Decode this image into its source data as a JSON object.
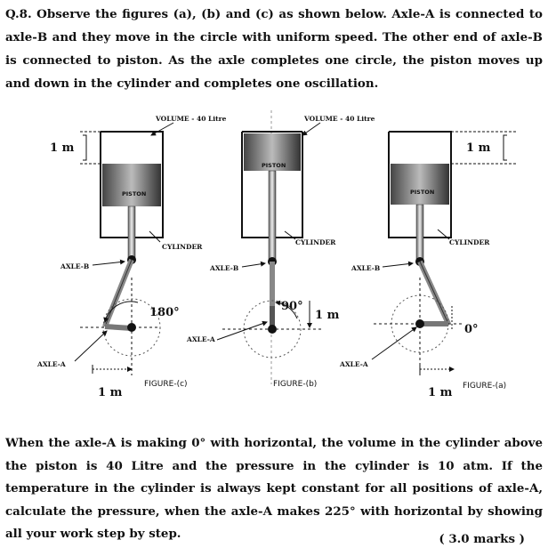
{
  "question": {
    "text": "Q.8. Observe the figures (a), (b) and (c) as shown below. Axle-A is connected to axle-B and they move in the circle with uniform speed. The other end of axle-B is connected to piston. As the axle completes one circle, the piston moves up and down in the cylinder and completes one oscillation."
  },
  "figure": {
    "volume_label": "VOLUME - 40 Litre",
    "piston_label": "PISTON",
    "cylinder_label": "CYLINDER",
    "axle_b_label": "AXLE-B",
    "axle_a_label": "AXLE-A",
    "one_m": "1 m",
    "fig_c": "FIGURE-(c)",
    "fig_b": "FIGURE-(b)",
    "fig_a": "FIGURE-(a)",
    "angle_c": "180°",
    "angle_b": "90°",
    "angle_a": "0°"
  },
  "body": {
    "text": "When the axle-A is making 0° with horizontal, the volume in the cylinder above the piston is 40 Litre and the pressure in the cylinder is 10 atm. If the temperature in the cylinder is always kept constant for all positions of axle-A, calculate the pressure, when the axle-A makes 225° with horizontal by showing all your work step by step.",
    "marks": "( 3.0 marks )"
  }
}
